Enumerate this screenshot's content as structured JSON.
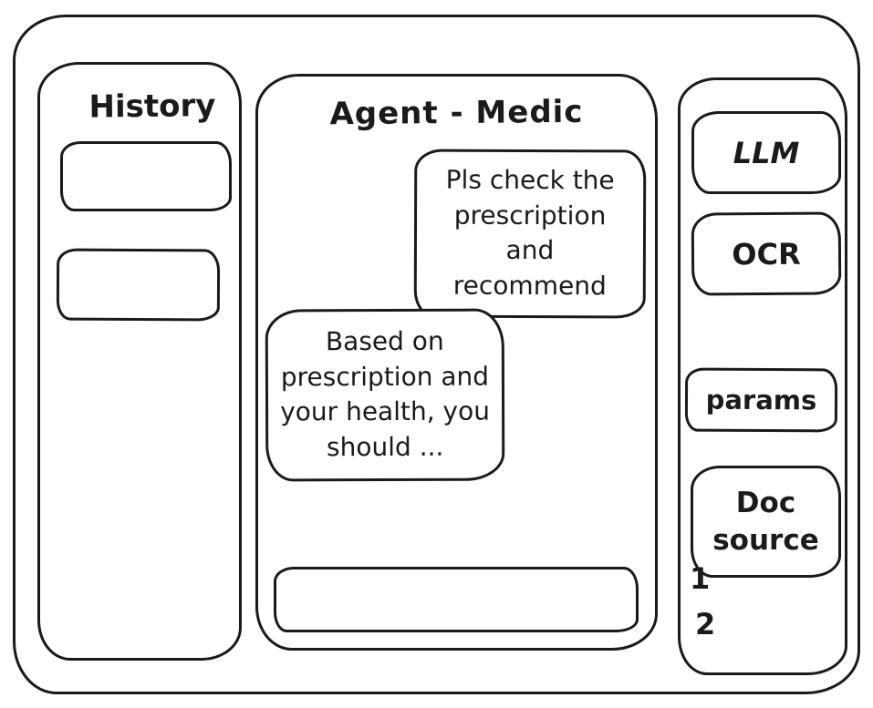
{
  "colors": {
    "stroke": "#1a1a1a",
    "background": "#ffffff"
  },
  "history_sidebar": {
    "title": "History",
    "entries": [
      "",
      ""
    ]
  },
  "chat": {
    "title": "Agent - Medic",
    "messages": [
      {
        "role": "user",
        "text": "Pls check the prescription and recommend"
      },
      {
        "role": "agent",
        "text": "Based on prescription and your health, you should ..."
      }
    ],
    "input": {
      "value": "",
      "placeholder": ""
    }
  },
  "tools_sidebar": {
    "items": [
      {
        "label": "LLM"
      },
      {
        "label": "OCR"
      },
      {
        "label": "params"
      },
      {
        "label": "Doc source"
      }
    ],
    "footnotes": [
      "1",
      "2"
    ]
  }
}
